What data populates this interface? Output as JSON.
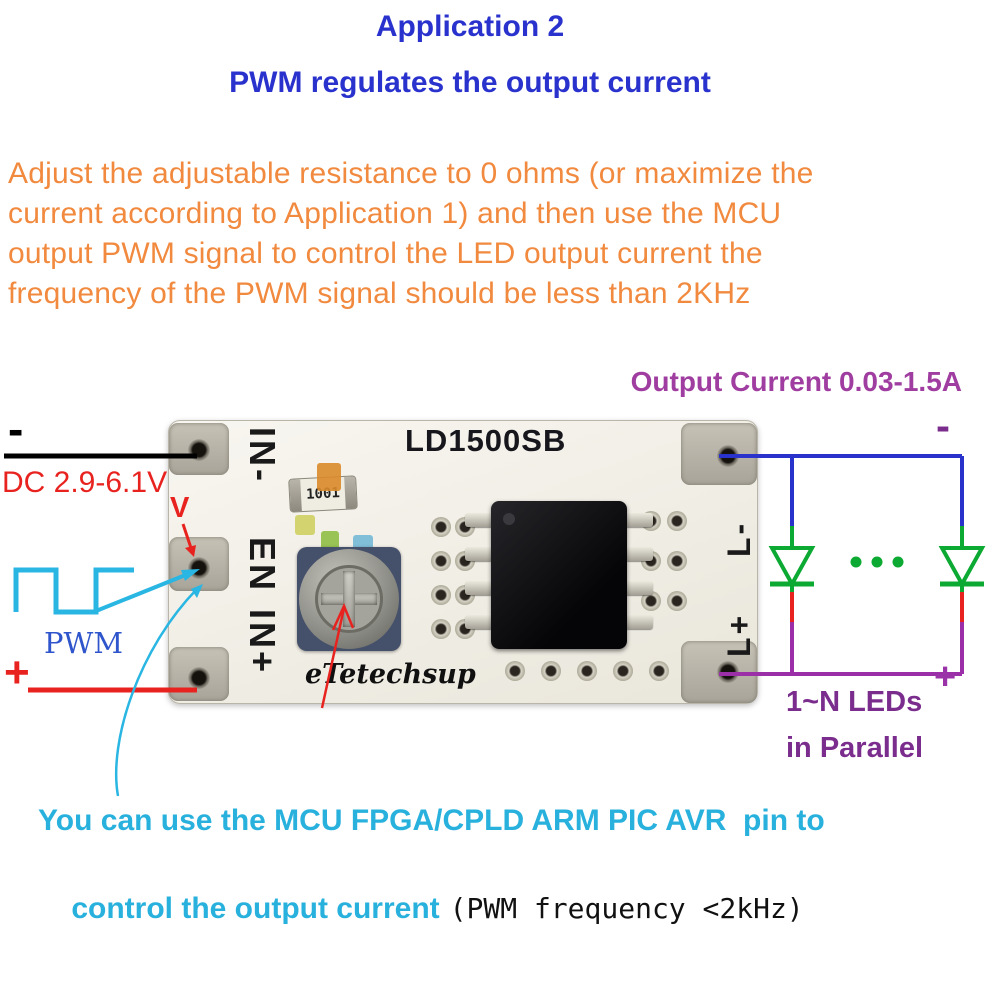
{
  "header": {
    "title": "Application 2",
    "subtitle": "PWM regulates the output current"
  },
  "description": {
    "lines": [
      "Adjust the adjustable resistance to 0 ohms (or maximize the",
      "current according to Application 1) and then use the MCU",
      "output PWM signal to control the LED output current the",
      "frequency of the PWM signal should be less than 2KHz"
    ]
  },
  "output_current_label": "Output Current 0.03-1.5A",
  "board": {
    "model": "LD1500SB",
    "brand": "eTetechsup",
    "resistor_value": "1001",
    "pins": {
      "in_minus": "IN-",
      "en": "EN",
      "in_plus": "IN+",
      "l_minus": "L-",
      "l_plus": "L+"
    }
  },
  "input_annotations": {
    "negative": "-",
    "voltage": "DC 2.9-6.1V",
    "voltage_arrow": "V",
    "pwm": "PWM",
    "positive": "+"
  },
  "output_annotations": {
    "negative": "-",
    "positive": "+",
    "leds_line1": "1~N LEDs",
    "leds_line2": "in Parallel"
  },
  "footer": {
    "line1": "You can use the MCU FPGA/CPLD ARM PIC AVR  pin to",
    "line2_highlight": "control the output current",
    "line2_detail": "(PWM frequency <2kHz)"
  },
  "colors": {
    "title": "#2a32cd",
    "description": "#f18a3e",
    "output_label": "#a03da0",
    "footer_highlight": "#29b1dd",
    "wire_negative_in": "#000000",
    "wire_positive_in": "#e8231f",
    "pwm_wave": "#2ab6e2",
    "wire_led_top": "#2a32cc",
    "wire_led_bottom": "#9a2fa8",
    "led_symbol": "#0caa32",
    "led_labels": "#7b2d8e"
  }
}
